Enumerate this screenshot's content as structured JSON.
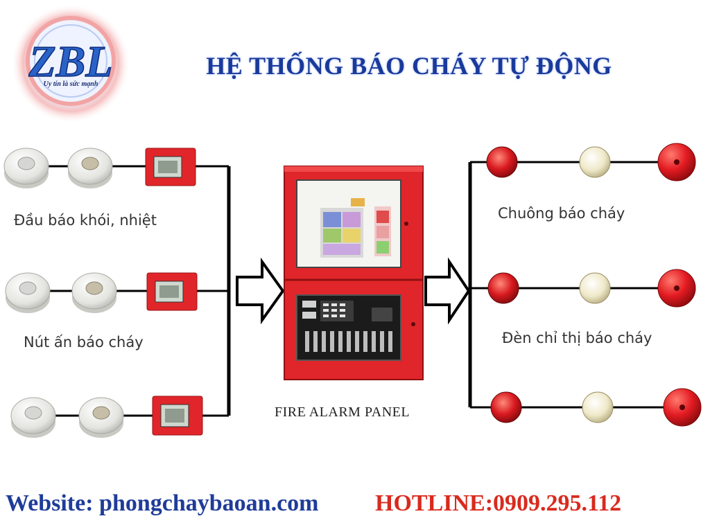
{
  "title": "HỆ THỐNG BÁO CHÁY TỰ ĐỘNG",
  "logo": {
    "monogram": "ZBL",
    "slogan": "Uy tín là sức mạnh"
  },
  "input_labels": {
    "detectors": "Đầu báo khói, nhiệt",
    "call_points": "Nút ấn báo cháy"
  },
  "panel_label": "FIRE ALARM PANEL",
  "output_labels": {
    "bells": "Chuông báo cháy",
    "indicators": "Đèn chỉ thị báo cháy"
  },
  "footer": {
    "website": "Website: phongchaybaoan.com",
    "hotline": "HOTLINE:0909.295.112"
  },
  "colors": {
    "title": "#1a3a9a",
    "panel_red": "#e0262a",
    "lamp_red": "#d8191f",
    "bell_red": "#e31b22",
    "hotline": "#d92a1e",
    "website": "#1f3c99"
  }
}
